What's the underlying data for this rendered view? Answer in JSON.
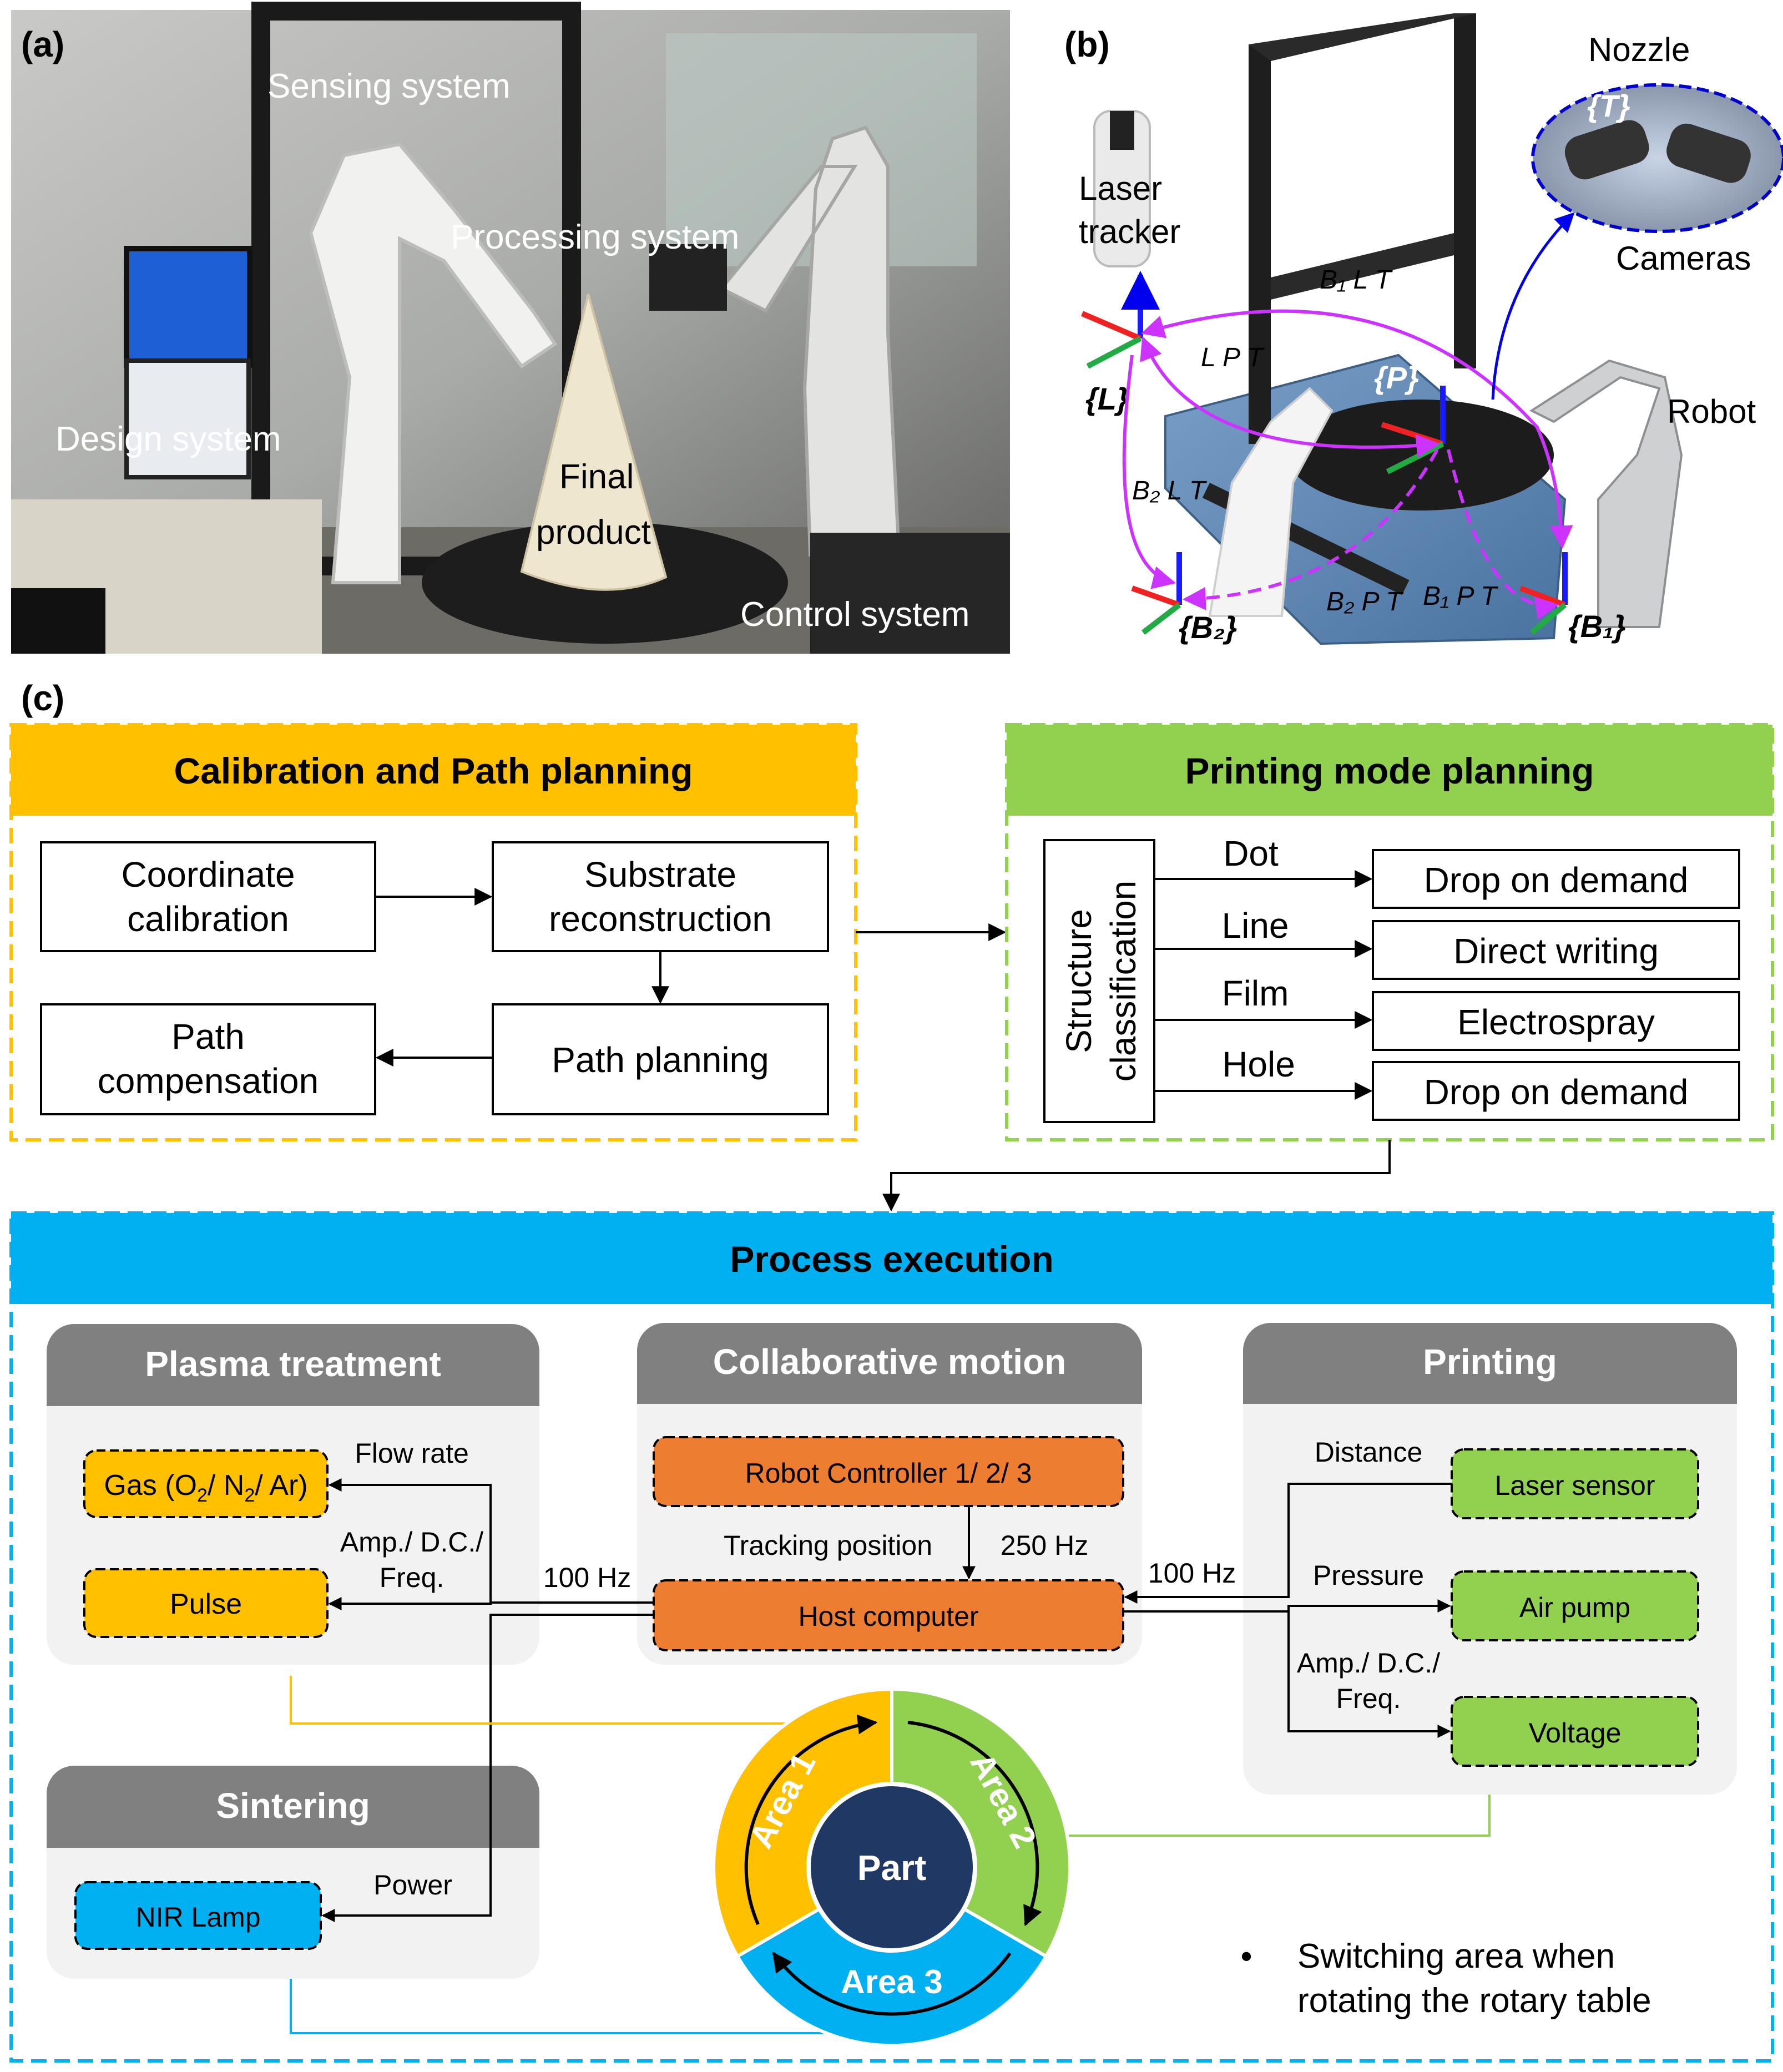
{
  "panel_a": {
    "label": "(a)",
    "sensing": "Sensing system",
    "processing": "Processing system",
    "design": "Design system",
    "final_product_1": "Final",
    "final_product_2": "product",
    "control": "Control system"
  },
  "panel_b": {
    "label": "(b)",
    "laser_1": "Laser",
    "laser_2": "tracker",
    "nozzle": "Nozzle",
    "cameras": "Cameras",
    "robot": "Robot",
    "frame_T": "{T}",
    "frame_L": "{L}",
    "frame_P": "{P}",
    "frame_B2": "{B₂}",
    "frame_B1": "{B₁}",
    "tf_B1L": "B₁ L T",
    "tf_LP": "L P T",
    "tf_B2L": "B₂ L T",
    "tf_B2P": "B₂ P T",
    "tf_B1P": "B₁ P T"
  },
  "panel_c": {
    "label": "(c)",
    "calib": {
      "title": "Calibration and Path planning",
      "coord_1": "Coordinate",
      "coord_2": "calibration",
      "sub_1": "Substrate",
      "sub_2": "reconstruction",
      "comp_1": "Path",
      "comp_2": "compensation",
      "plan": "Path planning"
    },
    "mode": {
      "title": "Printing mode planning",
      "struct_1": "Structure",
      "struct_2": "classification",
      "rows": [
        {
          "type": "Dot",
          "mode": "Drop on demand"
        },
        {
          "type": "Line",
          "mode": "Direct writing"
        },
        {
          "type": "Film",
          "mode": "Electrospray"
        },
        {
          "type": "Hole",
          "mode": "Drop on demand"
        }
      ]
    },
    "exec": {
      "title": "Process execution",
      "plasma": {
        "title": "Plasma treatment",
        "gas_pre": "Gas (O",
        "gas_mid": "/ N",
        "gas_post": "/ Ar)",
        "gas_sub": "2",
        "pulse": "Pulse",
        "flow": "Flow rate",
        "amp_1": "Amp./ D.C./",
        "amp_2": "Freq."
      },
      "collab": {
        "title": "Collaborative motion",
        "robot": "Robot Controller 1/ 2/ 3",
        "host": "Host computer",
        "tracking": "Tracking position",
        "hz250": "250 Hz"
      },
      "printing": {
        "title": "Printing",
        "laser": "Laser sensor",
        "air": "Air pump",
        "voltage": "Voltage",
        "distance": "Distance",
        "pressure": "Pressure",
        "amp_1": "Amp./ D.C./",
        "amp_2": "Freq."
      },
      "sintering": {
        "title": "Sintering",
        "nir": "NIR Lamp",
        "power": "Power"
      },
      "hz100_left": "100 Hz",
      "hz100_right": "100 Hz",
      "part": "Part",
      "area1": "Area 1",
      "area2": "Area 2",
      "area3": "Area 3",
      "bullet": "•",
      "note_1": "Switching area when",
      "note_2": "rotating the rotary table"
    }
  },
  "colors": {
    "orange_header": "#FFC000",
    "green_header": "#92D050",
    "blue_header": "#00B0F0",
    "gray_header": "#808080",
    "orange_box": "#ED7D31",
    "magenta": "#CC33FF"
  }
}
